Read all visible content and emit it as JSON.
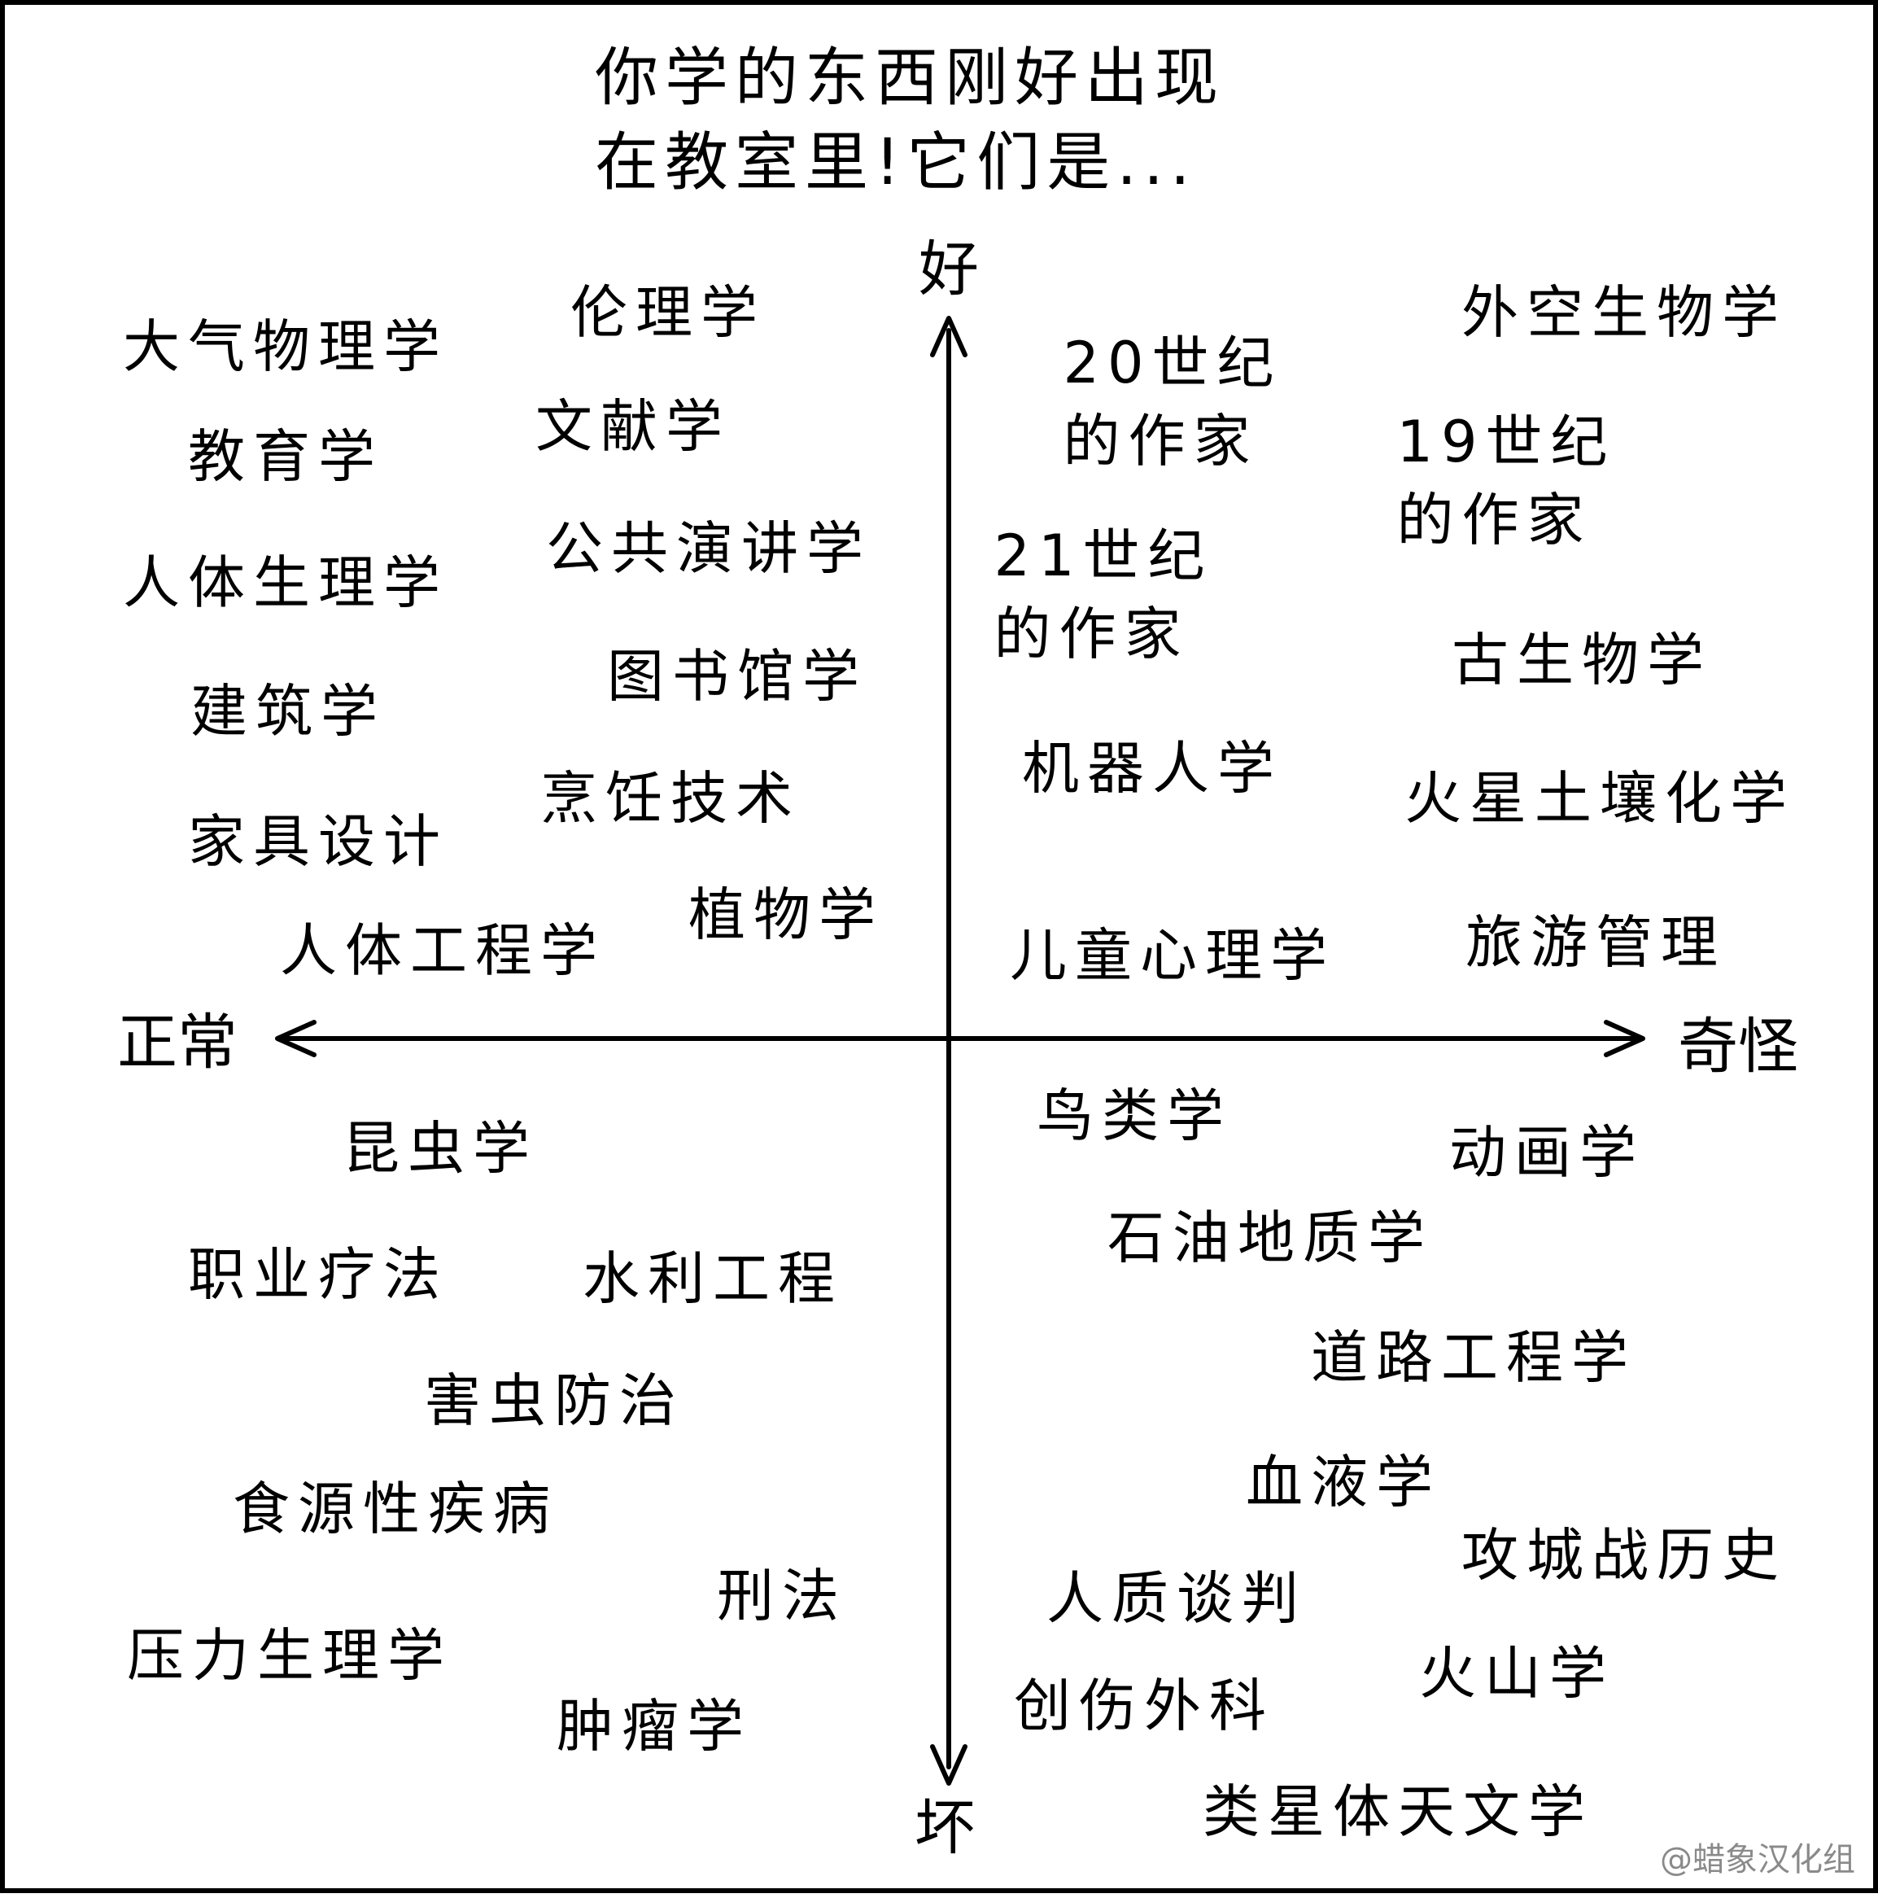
{
  "title": {
    "line1": "你学的东西刚好出现",
    "line2": "在教室里!它们是..."
  },
  "axes": {
    "top": "好",
    "bottom": "坏",
    "left": "正常",
    "right": "奇怪"
  },
  "terms": {
    "t1": "大气物理学",
    "t2": "伦理学",
    "t3": "教育学",
    "t4": "文献学",
    "t5": "公共演讲学",
    "t6": "人体生理学",
    "t7": "图书馆学",
    "t8": "建筑学",
    "t9": "烹饪技术",
    "t10": "家具设计",
    "t11": "植物学",
    "t12": "人体工程学",
    "t13a": "20世纪",
    "t13b": "的作家",
    "t14": "外空生物学",
    "t15a": "19世纪",
    "t15b": "的作家",
    "t16a": "21世纪",
    "t16b": "的作家",
    "t17": "古生物学",
    "t18": "机器人学",
    "t19": "火星土壤化学",
    "t20": "儿童心理学",
    "t21": "旅游管理",
    "t22": "昆虫学",
    "t23": "职业疗法",
    "t24": "水利工程",
    "t25": "害虫防治",
    "t26": "食源性疾病",
    "t27": "刑法",
    "t28": "压力生理学",
    "t29": "肿瘤学",
    "t30": "鸟类学",
    "t31": "动画学",
    "t32": "石油地质学",
    "t33": "道路工程学",
    "t34": "血液学",
    "t35": "攻城战历史",
    "t36": "人质谈判",
    "t37": "火山学",
    "t38": "创伤外科",
    "t39": "类星体天文学"
  },
  "credit": "@蜡象汉化组"
}
